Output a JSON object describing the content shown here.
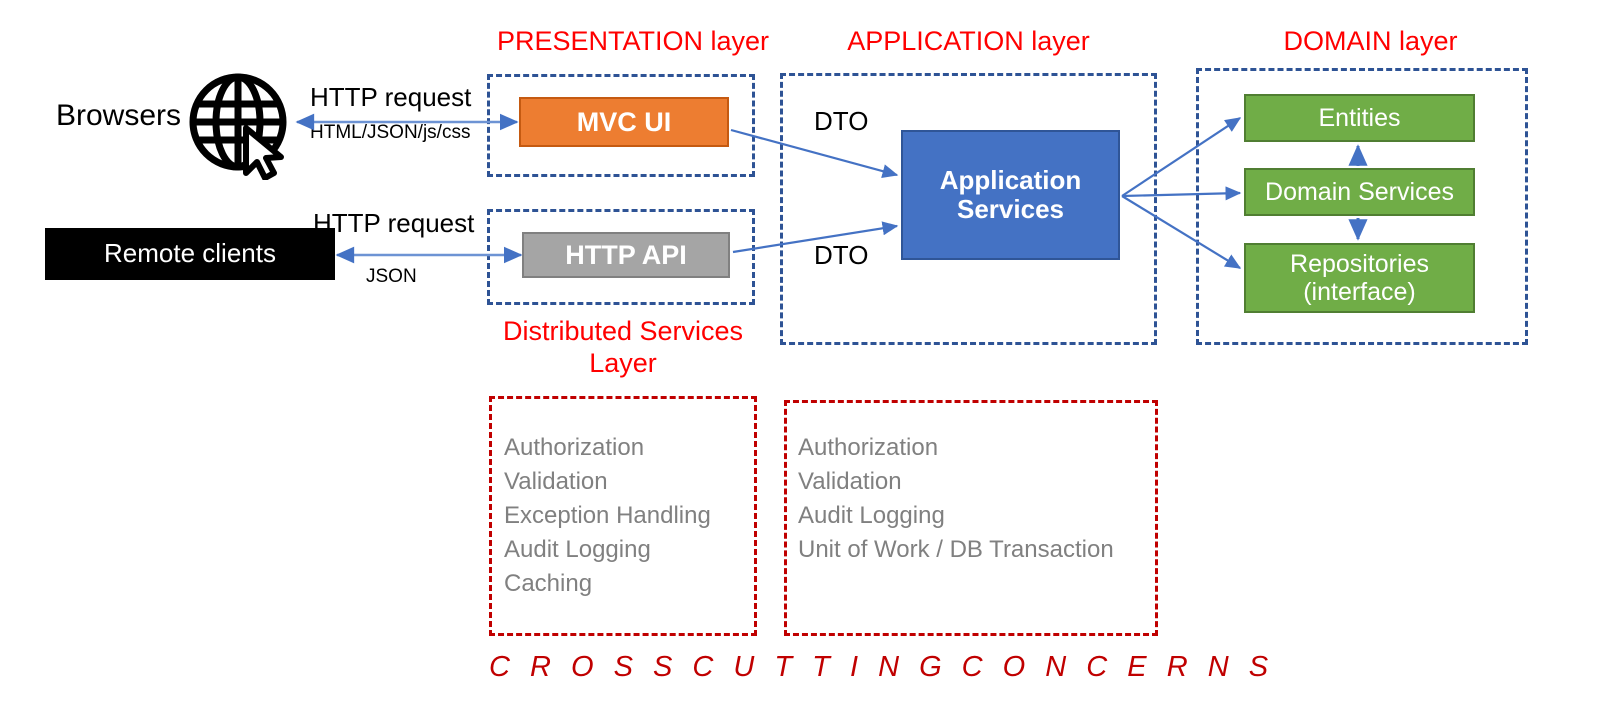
{
  "diagram": {
    "title": "Layered Architecture Diagram",
    "colors": {
      "layer_border": "#2E5395",
      "layer_title": "#FF0000",
      "presentation_node": "#ED7D31",
      "api_node": "#A5A5A5",
      "application_node": "#4472C4",
      "domain_node": "#70AD47",
      "client_node": "#000000",
      "cross_cutting_border": "#C00000",
      "cross_cutting_text": "#808080",
      "arrow": "#4472C4"
    }
  },
  "layers": {
    "presentation": {
      "title": "PRESENTATION layer"
    },
    "application": {
      "title": "APPLICATION layer"
    },
    "domain": {
      "title": "DOMAIN layer"
    }
  },
  "clients": {
    "browsers": {
      "label": "Browsers",
      "icon": "globe-cursor-icon"
    },
    "remote": {
      "label": "Remote clients"
    }
  },
  "connections": {
    "browser_request": "HTTP request",
    "browser_response": "HTML/JSON/js/css",
    "remote_request": "HTTP request",
    "remote_response": "JSON",
    "dto_top": "DTO",
    "dto_bottom": "DTO"
  },
  "nodes": {
    "mvc_ui": "MVC UI",
    "http_api": "HTTP API",
    "application_services": "Application\nServices",
    "application_services_line1": "Application",
    "application_services_line2": "Services",
    "entities": "Entities",
    "domain_services": "Domain Services",
    "repositories_line1": "Repositories",
    "repositories_line2": "(interface)"
  },
  "cross_cutting": {
    "distributed_title_line1": "Distributed Services",
    "distributed_title_line2": "Layer",
    "left_items": [
      "Authorization",
      "Validation",
      "Exception Handling",
      "Audit Logging",
      "Caching"
    ],
    "right_items": [
      "Authorization",
      "Validation",
      "Audit Logging",
      "Unit of Work / DB Transaction"
    ],
    "footer": "C R O S S    C U T T I N G    C O N C E R N S"
  }
}
